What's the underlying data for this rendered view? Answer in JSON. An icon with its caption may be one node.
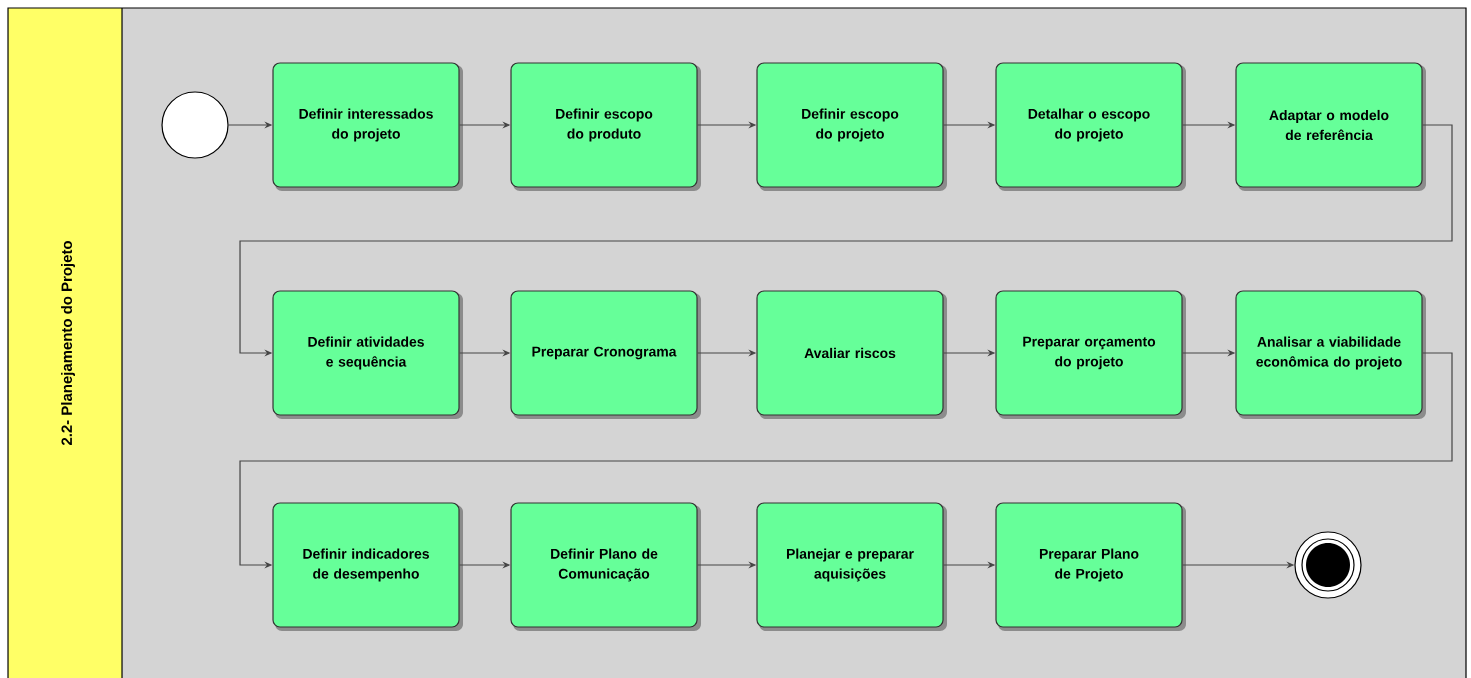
{
  "diagram": {
    "nodes": [
      {
        "text": [
          "2.2- Planejamento do Projeto"
        ]
      },
      {
        "text": [],
        "shape": "circle",
        "in": 0
      },
      {
        "text": [
          "Definir interessados do projeto"
        ],
        "in": 0
      },
      {
        "text": [
          "Definir escopo do produto"
        ],
        "in": 0
      },
      {
        "text": [
          "Definir escopo do projeto"
        ],
        "in": 0
      },
      {
        "text": [
          "Detalhar o escopo do projeto"
        ],
        "in": 0
      },
      {
        "text": [
          "Adaptar o modelo de referência"
        ],
        "in": 0
      },
      {
        "text": [
          "Definir atividades e sequência"
        ],
        "in": 0
      },
      {
        "text": [
          "Preparar Cronograma"
        ],
        "in": 0
      },
      {
        "text": [
          "Avaliar riscos"
        ],
        "in": 0
      },
      {
        "text": [
          "Preparar orçamento do projeto"
        ],
        "in": 0
      },
      {
        "text": [
          "Analisar a viabilidade econômica do projeto"
        ],
        "in": 0
      },
      {
        "text": [
          "Definir indicadores de desempenho"
        ],
        "in": 0
      },
      {
        "text": [
          "Definir Plano de Comunicação"
        ],
        "in": 0
      },
      {
        "text": [
          "Planejar e preparar aquisições"
        ],
        "in": 0
      },
      {
        "text": [
          "Preparar Plano de Projeto"
        ],
        "in": 0
      },
      {
        "text": [],
        "shape": "circle",
        "in": 0
      }
    ],
    "edges": [
      {
        "from": 1,
        "to": 2,
        "arrow": "to"
      },
      {
        "from": 2,
        "to": 3,
        "arrow": "to"
      },
      {
        "from": 3,
        "to": 4,
        "arrow": "to"
      },
      {
        "from": 4,
        "to": 5,
        "arrow": "to"
      },
      {
        "from": 5,
        "to": 6,
        "arrow": "to"
      },
      {
        "from": 6,
        "to": 7,
        "arrow": "to"
      },
      {
        "from": 7,
        "to": 8,
        "arrow": "to"
      },
      {
        "from": 8,
        "to": 9,
        "arrow": "to"
      },
      {
        "from": 9,
        "to": 10,
        "arrow": "to"
      },
      {
        "from": 10,
        "to": 11,
        "arrow": "to"
      },
      {
        "from": 11,
        "to": 12,
        "arrow": "to"
      },
      {
        "from": 12,
        "to": 13,
        "arrow": "to"
      },
      {
        "from": 13,
        "to": 14,
        "arrow": "to"
      },
      {
        "from": 14,
        "to": 15,
        "arrow": "to"
      },
      {
        "from": 15,
        "to": 16,
        "arrow": "to"
      }
    ]
  }
}
